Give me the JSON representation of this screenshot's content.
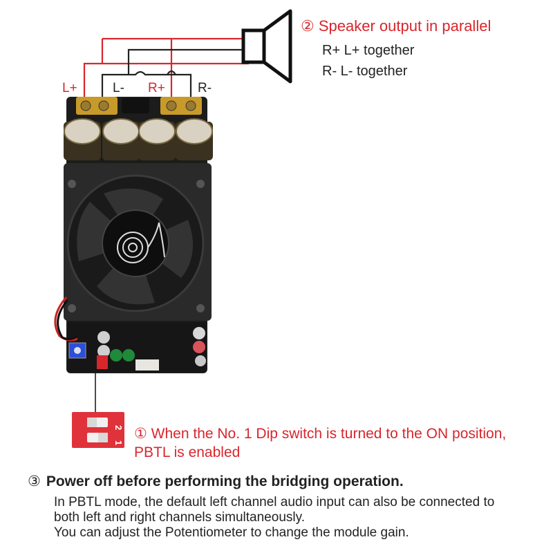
{
  "step2": {
    "title": "② Speaker output in parallel",
    "note_line1": "R+ L+ together",
    "note_line2": "R- L- together"
  },
  "terminal_labels": {
    "l_plus": "L+",
    "l_minus": "L-",
    "r_plus": "R+",
    "r_minus": "R-"
  },
  "dip_switch": {
    "marks": [
      "2",
      "1"
    ]
  },
  "step1": {
    "text": "① When the No. 1 Dip switch is turned to the ON position, PBTL is enabled"
  },
  "step3": {
    "number": "③",
    "title": "Power off before performing the bridging operation.",
    "line1": "In PBTL mode, the default left channel audio input can also be connected to",
    "line2": "both left and right channels simultaneously.",
    "line3": "You can adjust the Potentiometer to change the module gain."
  },
  "colors": {
    "accent_red": "#d8262d",
    "text_dark": "#222222",
    "board_black": "#1c1c1c",
    "heatsink": "#2a2a2a"
  }
}
